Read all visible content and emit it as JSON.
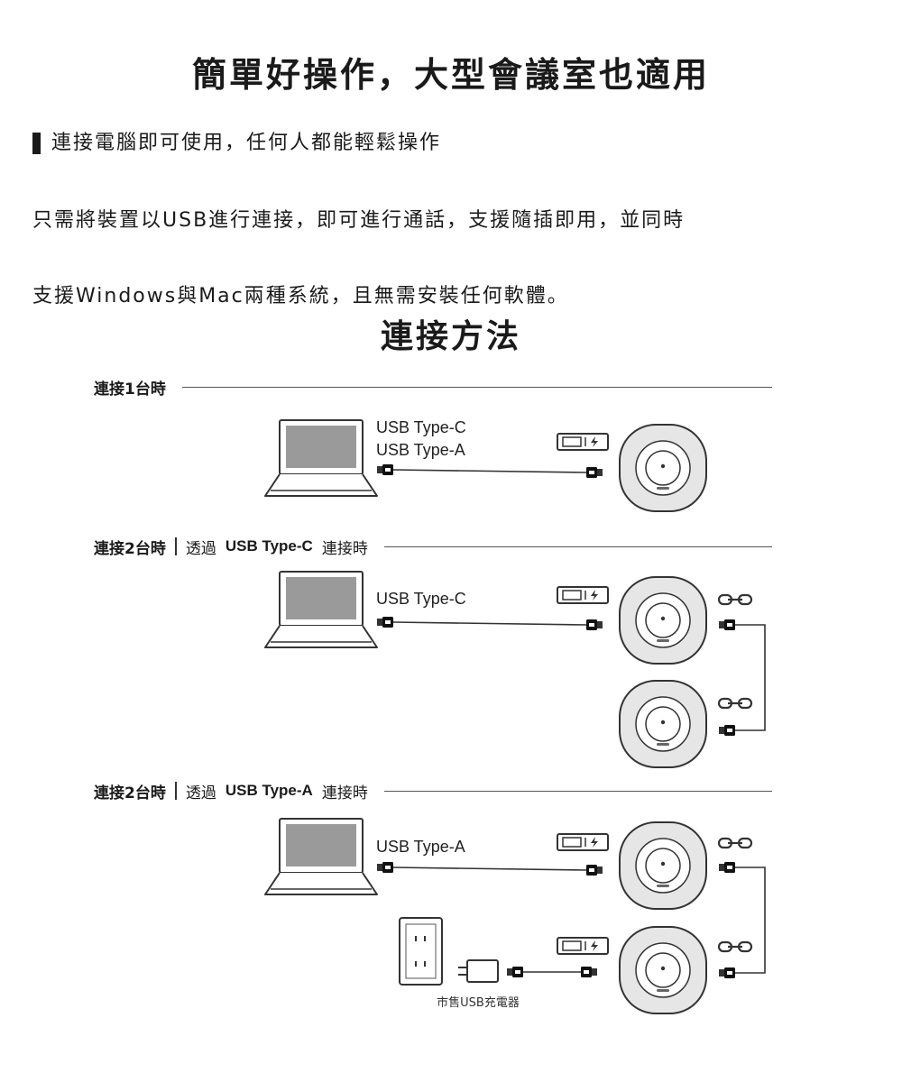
{
  "headline": "簡單好操作，大型會議室也適用",
  "intro": {
    "heading": "連接電腦即可使用，任何人都能輕鬆操作",
    "body_line1": "只需將裝置以USB進行連接，即可進行通話，支援隨插即用，並同時",
    "body_line2": "支援Windows與Mac兩種系統，且無需安裝任何軟體。"
  },
  "section_title": "連接方法",
  "scenarios": [
    {
      "label": "連接1台時",
      "cable_labels": [
        "USB Type-C",
        "USB Type-A"
      ]
    },
    {
      "label": "連接2台時",
      "prefix": "透過",
      "connector": "USB Type-C",
      "suffix": "連接時",
      "cable_labels": [
        "USB Type-C"
      ]
    },
    {
      "label": "連接2台時",
      "prefix": "透過",
      "connector": "USB Type-A",
      "suffix": "連接時",
      "cable_labels": [
        "USB Type-A"
      ],
      "charger_caption": "市售USB充電器"
    }
  ],
  "icons": [
    "laptop-icon",
    "speakerphone-icon",
    "usb-plug-icon",
    "pc-power-indicator-icon",
    "daisy-chain-link-icon",
    "wall-outlet-icon",
    "usb-charger-icon"
  ],
  "colors": {
    "text": "#1a1a1a",
    "screen_gray": "#9a9a9a",
    "speaker_body": "#e6e6e6",
    "line": "#333333"
  }
}
